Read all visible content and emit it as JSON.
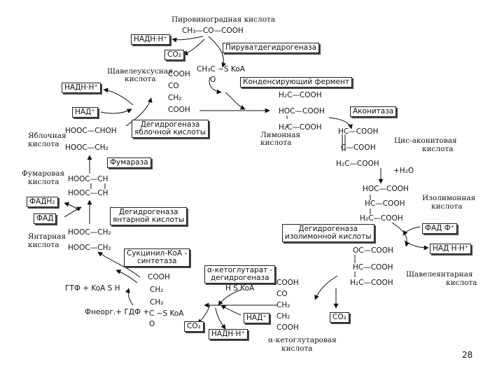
{
  "title": "Пировиноградная кислота",
  "formulas": {
    "pyruvate": "CH₃—CO—COOH",
    "acetyl_coa": "CH₃C ~S KoA",
    "acetyl_o": "O",
    "oxaloacetate": [
      "COOH",
      "CO",
      "CH₂",
      "COOH"
    ],
    "citrate": [
      "H₂C—COOH",
      "HOC—COOH",
      "H₂C—COOH"
    ],
    "cis_aconitate": [
      "HC—COOH",
      "C—COOH",
      "H₂C—COOH"
    ],
    "isocitrate": [
      "HOC—COOH",
      "HC—COOH",
      "H₂C—COOH"
    ],
    "oxalosuccinate": [
      "OC—COOH",
      "HC—COOH",
      "H₂C—COOH"
    ],
    "ketoglutarate": [
      "COOH",
      "CO",
      "CH₂",
      "CH₂",
      "COOH"
    ],
    "succinyl_coa": [
      "COOH",
      "CH₂",
      "CH₂",
      "C ~S KoA",
      "O"
    ],
    "succinate": [
      "HOOC—CH₂",
      "HOOC—CH₂"
    ],
    "fumarate": [
      "HOOC—CH",
      "HOOC—CH"
    ],
    "malate": [
      "HOOC—CHOH",
      "HOOC—CH₂"
    ]
  },
  "labels": {
    "oxaloacetic": [
      "Щавелеуксусная",
      "кислота"
    ],
    "citric": [
      "Лимонная",
      "кислота"
    ],
    "cis_aconitic": [
      "Цис-аконитовая",
      "кислота"
    ],
    "isocitric": [
      "Изолимонная",
      "кислота"
    ],
    "oxalosuccinic": [
      "Щавелеянтарная",
      "кислота"
    ],
    "ketoglutaric": [
      "α-кетоглутаровая",
      "кислота"
    ],
    "succinic": [
      "Янтарная",
      "кислота"
    ],
    "fumaric": [
      "Фумаровая",
      "кислота"
    ],
    "malic": [
      "Яблочная",
      "кислота"
    ]
  },
  "enzymes": {
    "pdh": "Пируватдегидрогеназа",
    "condensing": "Конденсирующий фермент",
    "aconitase": "Аконитаза",
    "idh": [
      "Дегидрогеназа",
      "изолимонной кислоты"
    ],
    "akgdh": [
      "α-кетоглутарат -",
      "дегидрогеназа"
    ],
    "succ_coa_syn": [
      "Сукцинил-КоА -",
      "синтетаза"
    ],
    "sdh": [
      "Дегидрогеназа",
      "янтарной кислоты"
    ],
    "fumarase": "Фумараза",
    "mdh": [
      "Дегидрогеназа",
      "яблочной кислоты"
    ]
  },
  "cofactors": {
    "nadp": "НАДН·Н⁺",
    "co2": "CO₂",
    "nadh_left": "НАДН·Н⁺",
    "nad_left": "НАД⁺",
    "fadh2": "ФАДН₂",
    "fad": "ФАД",
    "h2o": "+H₂O",
    "fad_right": "ФАД Ф⁺",
    "nadh_right": "НАД Н·Н⁺",
    "co2_right": "CO₂",
    "nad_bottom": "НАД⁺",
    "nadh_bottom": "НАДН·Н⁺",
    "co2_bottom": "CO₂",
    "hskoa": "H S KoA",
    "gtp_line": "ГТФ + KoA S H",
    "gdp_line": "Фнеорг.+ ГДФ +"
  },
  "page_number": "28"
}
